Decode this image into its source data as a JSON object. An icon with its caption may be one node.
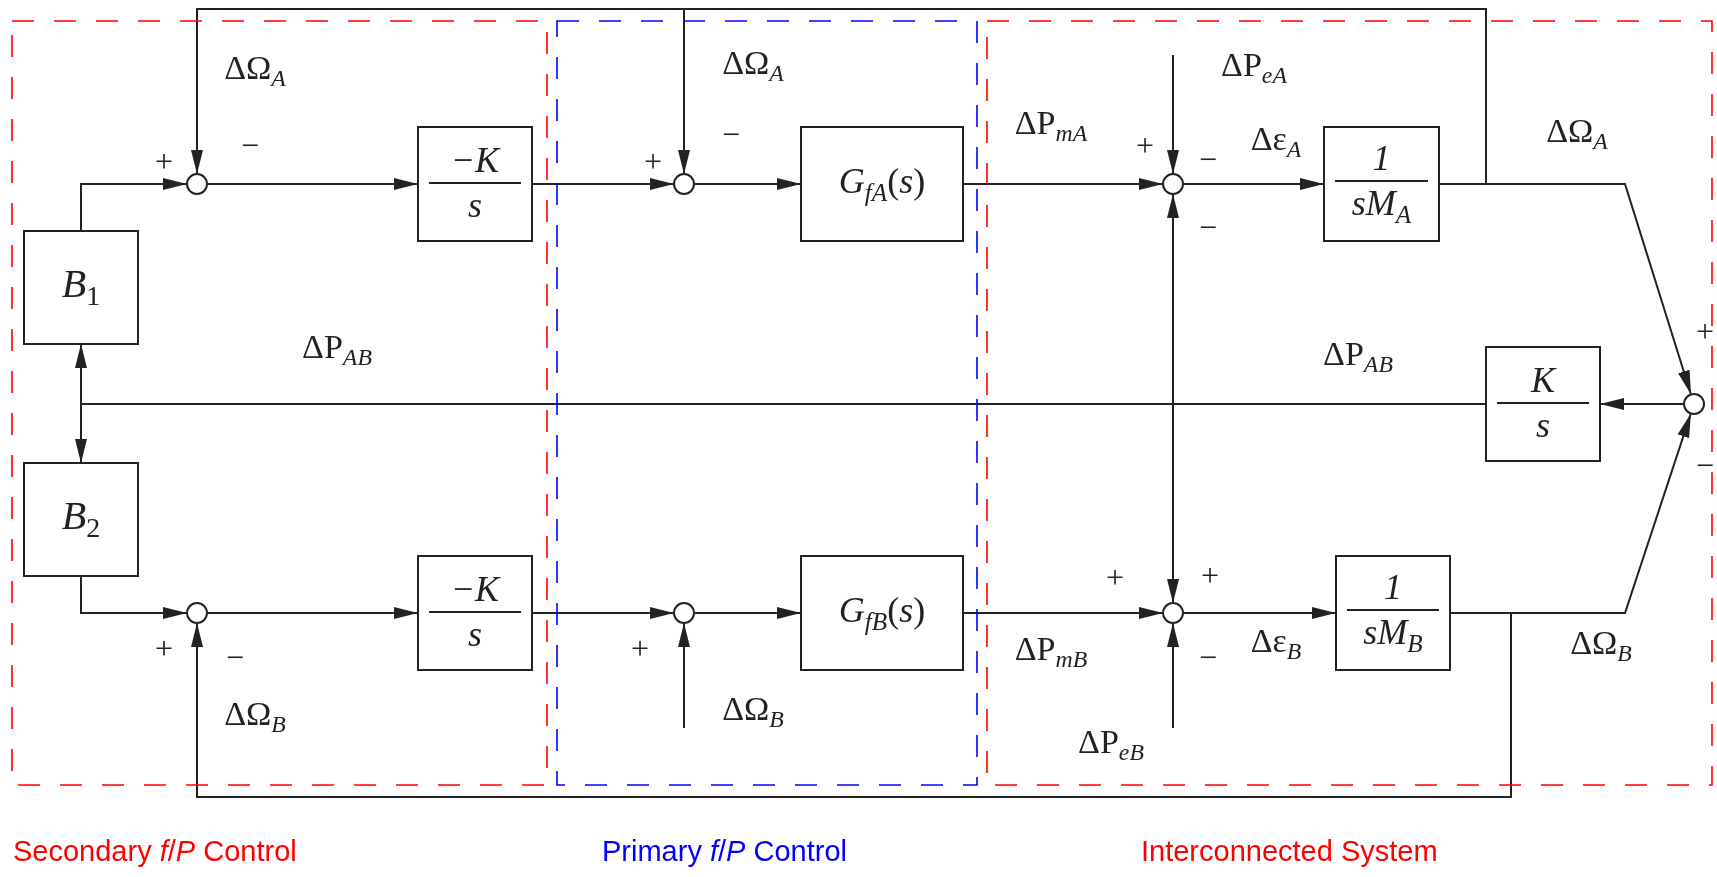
{
  "diagram": {
    "nodes": [
      {
        "text": [
          "Secondary *f*/*P* Control"
        ]
      },
      {
        "text": [
          "*B*$_{1}$"
        ],
        "in": 0
      },
      {
        "text": [
          "*B*$_{2}$"
        ],
        "in": 0
      },
      {
        "text": [],
        "shape": "circle",
        "in": 0
      },
      {
        "text": [
          "−K",
          "s"
        ],
        "in": 0
      },
      {
        "text": [],
        "shape": "circle",
        "in": 0
      },
      {
        "text": [
          "−K",
          "s"
        ],
        "in": 0
      },
      {
        "text": [
          "Primary *f*/*P* Control"
        ]
      },
      {
        "text": [],
        "shape": "circle",
        "in": 7
      },
      {
        "text": [
          "*G*$_{fA}$(*s*)"
        ],
        "in": 7
      },
      {
        "text": [],
        "shape": "circle",
        "in": 7
      },
      {
        "text": [
          "*G*$_{fB}$(*s*)"
        ],
        "in": 7
      },
      {
        "text": [
          "Interconnected System"
        ]
      },
      {
        "text": [],
        "shape": "circle",
        "in": 12
      },
      {
        "text": [
          "1",
          "sM$_{A}$"
        ],
        "in": 12
      },
      {
        "text": [],
        "shape": "circle",
        "in": 12
      },
      {
        "text": [
          "1",
          "sM$_{B}$"
        ],
        "in": 12
      },
      {
        "text": [
          "K",
          "s"
        ],
        "in": 12
      },
      {
        "text": [],
        "shape": "circle",
        "in": 12
      }
    ],
    "edges": [
      {
        "from": 1,
        "to": 3,
        "arrow": "to"
      },
      {
        "from": 3,
        "to": 4,
        "arrow": "to"
      },
      {
        "from": 4,
        "to": 8,
        "arrow": "to"
      },
      {
        "from": 8,
        "to": 9,
        "arrow": "to"
      },
      {
        "from": 9,
        "to": 13,
        "arrow": "to",
        "label": "ΔP$_{mA}$"
      },
      {
        "from": null,
        "to": 13,
        "arrow": "to",
        "label": "ΔP$_{eA}$"
      },
      {
        "from": 13,
        "to": 14,
        "arrow": "to",
        "label": "Δε$_{A}$"
      },
      {
        "from": 14,
        "to": 18,
        "arrow": "to",
        "label": "ΔΩ$_{A}$"
      },
      {
        "from": 14,
        "to": 3,
        "arrow": "to",
        "label": "ΔΩ$_{A}$"
      },
      {
        "from": 14,
        "to": 8,
        "arrow": "to",
        "label": "ΔΩ$_{A}$"
      },
      {
        "from": 18,
        "to": 17,
        "arrow": "to"
      },
      {
        "from": 17,
        "to": 1,
        "arrow": "to",
        "label": "ΔP$_{AB}$"
      },
      {
        "from": 17,
        "to": 2,
        "arrow": "to",
        "label": "ΔP$_{AB}$"
      },
      {
        "from": 2,
        "to": 5,
        "arrow": "to"
      },
      {
        "from": 5,
        "to": 6,
        "arrow": "to"
      },
      {
        "from": 6,
        "to": 10,
        "arrow": "to"
      },
      {
        "from": null,
        "to": 10,
        "arrow": "to",
        "label": "ΔΩ$_{B}$"
      },
      {
        "from": 10,
        "to": 11,
        "arrow": "to"
      },
      {
        "from": 11,
        "to": 15,
        "arrow": "to",
        "label": "ΔP$_{mB}$"
      },
      {
        "from": null,
        "to": 15,
        "arrow": "to",
        "label": "ΔP$_{eB}$"
      },
      {
        "from": 15,
        "to": 16,
        "arrow": "to",
        "label": "Δε$_{B}$"
      },
      {
        "from": 16,
        "to": 18,
        "arrow": "to",
        "label": "ΔΩ$_{B}$"
      },
      {
        "from": 16,
        "to": 5,
        "arrow": "to",
        "label": "ΔΩ$_{B}$"
      },
      {
        "from": 17,
        "to": 13,
        "arrow": "to"
      },
      {
        "from": 17,
        "to": 15,
        "arrow": "to"
      }
    ],
    "labels": [
      "+",
      "−",
      "+",
      "−",
      "+",
      "−",
      "−",
      "+",
      "−",
      "+",
      "+",
      "+",
      "−",
      "−",
      "+"
    ]
  }
}
